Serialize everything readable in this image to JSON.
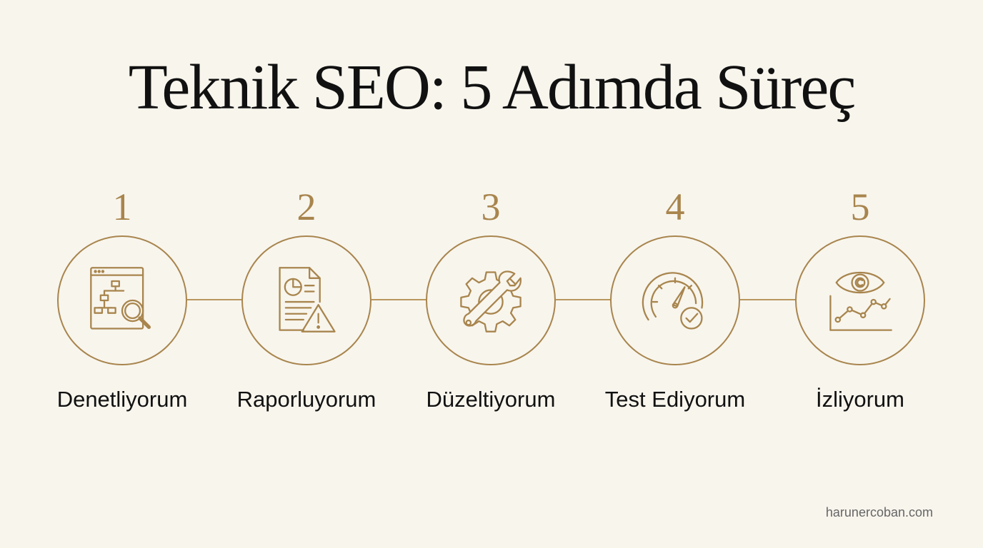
{
  "title": "Teknik SEO: 5 Adımda Süreç",
  "accent_color": "#a8854d",
  "background_color": "#f8f5ed",
  "steps": [
    {
      "number": "1",
      "label": "Denetliyorum",
      "icon": "site-audit-magnifier-icon"
    },
    {
      "number": "2",
      "label": "Raporluyorum",
      "icon": "report-warning-icon"
    },
    {
      "number": "3",
      "label": "Düzeltiyorum",
      "icon": "gear-wrench-icon"
    },
    {
      "number": "4",
      "label": "Test Ediyorum",
      "icon": "speedometer-check-icon"
    },
    {
      "number": "5",
      "label": "İzliyorum",
      "icon": "eye-chart-icon"
    }
  ],
  "credit": "harunercoban.com"
}
